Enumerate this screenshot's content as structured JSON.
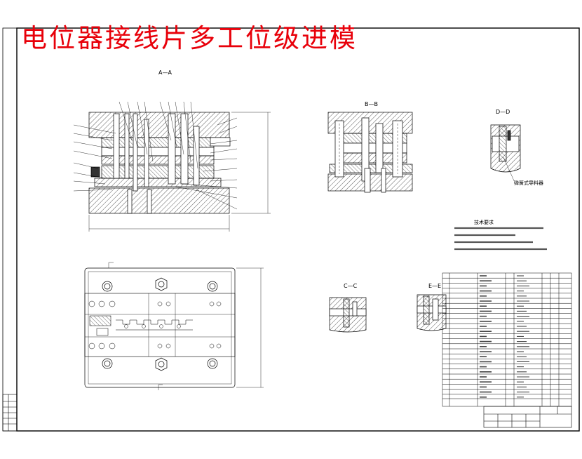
{
  "drawing": {
    "title": "电位器接线片多工位级进模",
    "colors": {
      "title": "#e8000a",
      "line": "#000000",
      "hatch": "#333333",
      "background": "#ffffff"
    },
    "views": {
      "aa": "A—A",
      "bb": "B—B",
      "dd": "D—D",
      "cc": "C—C",
      "ee": "E—E"
    },
    "dd_note": "弹簧式导料器",
    "tech_title": "技术要求"
  }
}
